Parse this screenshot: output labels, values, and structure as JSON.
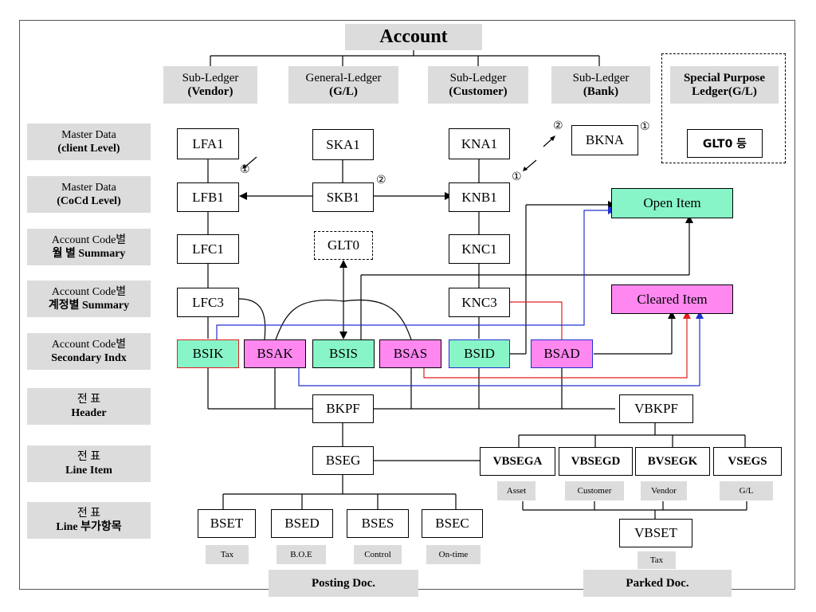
{
  "title": "Account",
  "ledgers": {
    "vendor": {
      "line1": "Sub-Ledger",
      "line2": "(Vendor)"
    },
    "gl": {
      "line1": "General-Ledger",
      "line2": "(G/L)"
    },
    "customer": {
      "line1": "Sub-Ledger",
      "line2": "(Customer)"
    },
    "bank": {
      "line1": "Sub-Ledger",
      "line2": "(Bank)"
    }
  },
  "special": {
    "line1": "Special Purpose",
    "line2": "Ledger(G/L)",
    "box": "GLT0 등"
  },
  "rows": [
    {
      "line1": "Master Data",
      "line2": "(client Level)"
    },
    {
      "line1": "Master Data",
      "line2": "(CoCd Level)"
    },
    {
      "line1": "Account Code별",
      "line2": "월 별 Summary"
    },
    {
      "line1": "Account Code별",
      "line2": "계정별 Summary"
    },
    {
      "line1": "Account Code별",
      "line2": "Secondary Indx"
    },
    {
      "line1": "전 표",
      "line2": "Header"
    },
    {
      "line1": "전 표",
      "line2": "Line Item"
    },
    {
      "line1": "전 표",
      "line2": "Line 부가항목"
    }
  ],
  "tables": {
    "lfa1": "LFA1",
    "lfb1": "LFB1",
    "lfc1": "LFC1",
    "lfc3": "LFC3",
    "ska1": "SKA1",
    "skb1": "SKB1",
    "glt0": "GLT0",
    "kna1": "KNA1",
    "knb1": "KNB1",
    "knc1": "KNC1",
    "knc3": "KNC3",
    "bkna": "BKNA",
    "bsik": "BSIK",
    "bsak": "BSAK",
    "bsis": "BSIS",
    "bsas": "BSAS",
    "bsid": "BSID",
    "bsad": "BSAD",
    "bkpf": "BKPF",
    "vbkpf": "VBKPF",
    "bseg": "BSEG",
    "vbsega": "VBSEGA",
    "vbsegd": "VBSEGD",
    "bvsegk": "BVSEGK",
    "vsegs": "VSEGS",
    "bset": "BSET",
    "bsed": "BSED",
    "bses": "BSES",
    "bsec": "BSEC",
    "vbset": "VBSET"
  },
  "items": {
    "open": "Open  Item",
    "cleared": "Cleared  Item"
  },
  "sublabels": {
    "tax": "Tax",
    "boe": "B.O.E",
    "control": "Control",
    "ontime": "On-time",
    "asset": "Asset",
    "customer": "Customer",
    "vendor": "Vendor",
    "gl": "G/L",
    "vtax": "Tax"
  },
  "markers": {
    "one": "①",
    "two": "②"
  },
  "footer": {
    "posting": "Posting  Doc.",
    "parked": "Parked  Doc."
  },
  "colors": {
    "green": "#88f5c8",
    "pink": "#ff88f0",
    "gray": "#dcdcdc",
    "red": "#e02020",
    "blue": "#2030d0"
  }
}
